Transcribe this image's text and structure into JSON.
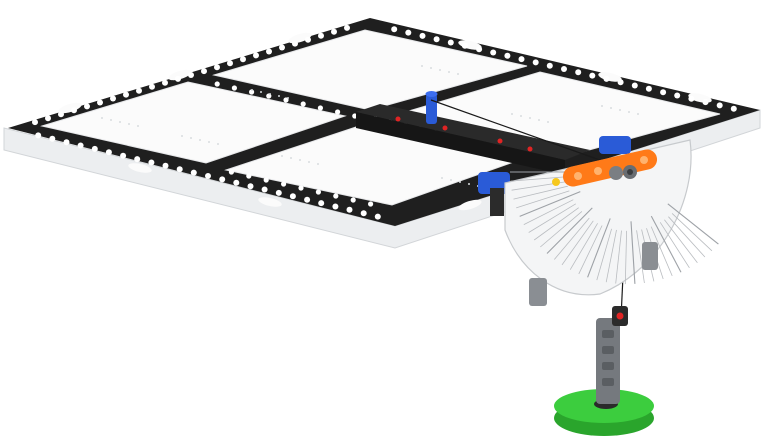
{
  "scene": {
    "colors": {
      "tile_white": "#fbfbfb",
      "tile_edge": "#e6e7e9",
      "tile_black": "#222222",
      "beam": "#1b1b1b",
      "beam_red_pin": "#e02424",
      "blue_part": "#2a5bd7",
      "orange_part": "#ff7a18",
      "gray_part": "#6f7378",
      "protractor": "#f4f5f6",
      "green_base": "#39c23a"
    },
    "icons": [
      "field-tile",
      "beam",
      "protractor",
      "pendulum-stand"
    ],
    "protractor": {
      "ticks": 30,
      "sweep_degrees": 180
    }
  }
}
